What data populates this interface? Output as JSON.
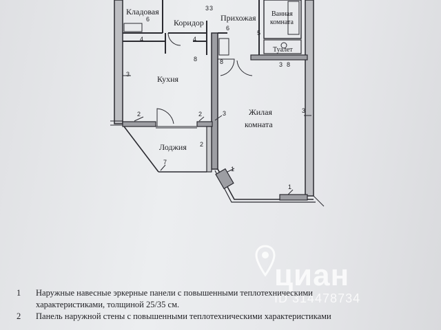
{
  "rooms": {
    "storage": "Кладовая",
    "corridor": "Коридор",
    "hallway": "Прихожая",
    "bathroom_line1": "Ванная",
    "bathroom_line2": "комната",
    "toilet": "Туалет",
    "kitchen": "Кухня",
    "living_line1": "Жилая",
    "living_line2": "комната",
    "loggia": "Лоджия"
  },
  "wall_marks": {
    "m_storage_right": "3",
    "m_storage_6": "6",
    "m_storage_4": "4",
    "m_corr_4": "4",
    "m_corr_6": "6",
    "m_corr_8": "8",
    "m_hall_3": "3",
    "m_hall_5": "5",
    "m_toilet_3": "3",
    "m_toilet_8": "8",
    "m_hall_8": "8",
    "m_kitchen_left3": "3",
    "m_kitchen_2a": "2",
    "m_kitchen_2b": "2",
    "m_living_3a": "3",
    "m_living_3b": "3",
    "m_loggia_2": "2",
    "m_loggia_7": "7",
    "m_bay_1": "1",
    "m_bottom_1": "1"
  },
  "legend": [
    {
      "num": "1",
      "line1": "Наружные навесные эркерные панели с повышенными теплотехническими",
      "line2": "характеристиками, толщиной 25/35 см."
    },
    {
      "num": "2",
      "line1": "Панель наружной стены с повышенными теплотехническими характеристиками",
      "line2": ""
    }
  ],
  "watermark": {
    "brand": "циан",
    "id": "ID 314478734"
  }
}
